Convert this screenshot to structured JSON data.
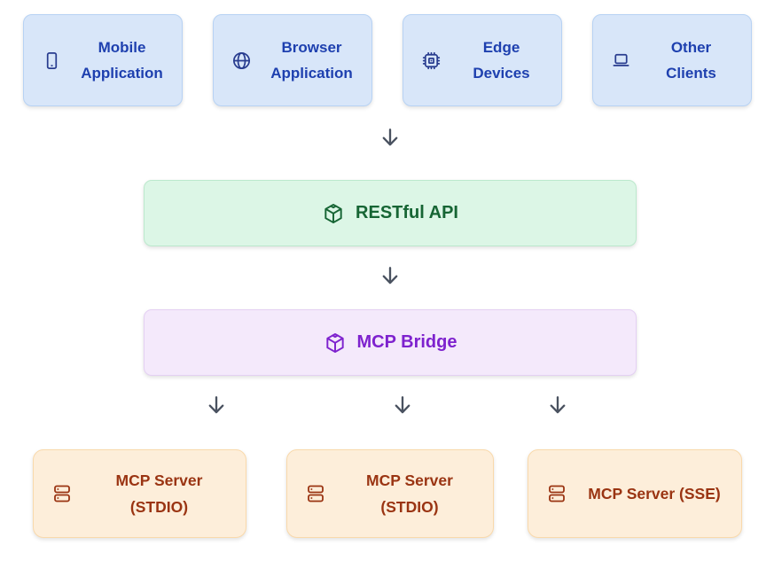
{
  "clients": [
    {
      "line1": "Mobile",
      "line2": "Application",
      "icon": "smartphone-icon"
    },
    {
      "line1": "Browser",
      "line2": "Application",
      "icon": "globe-icon"
    },
    {
      "line1": "Edge",
      "line2": "Devices",
      "icon": "cpu-icon"
    },
    {
      "line1": "Other",
      "line2": "Clients",
      "icon": "laptop-icon"
    }
  ],
  "api": {
    "label": "RESTful API",
    "icon": "cube-icon"
  },
  "bridge": {
    "label": "MCP Bridge",
    "icon": "cube-icon"
  },
  "servers": [
    {
      "lines": [
        "MCP Server",
        "(STDIO)"
      ],
      "icon": "server-icon"
    },
    {
      "lines": [
        "MCP Server",
        "(STDIO)"
      ],
      "icon": "server-icon"
    },
    {
      "lines": [
        "MCP Server (SSE)"
      ],
      "icon": "server-icon"
    }
  ],
  "arrows": {
    "glyph": "arrow-down",
    "count_top": 1,
    "count_mid": 1,
    "count_bottom": 3
  },
  "colors": {
    "client_bg": "#d8e6f9",
    "client_border": "#b7d2f4",
    "client_text": "#1e40af",
    "client_icon": "#283c8f",
    "api_bg": "#dcf6e6",
    "api_border": "#bce9cd",
    "api_text": "#166534",
    "bridge_bg": "#f4e9fb",
    "bridge_border": "#e4d0f3",
    "bridge_text": "#7e22ce",
    "server_bg": "#fdeeda",
    "server_border": "#f9d9ab",
    "server_text": "#9a3412",
    "arrow": "#4a5260",
    "page_bg": "#ffffff"
  }
}
